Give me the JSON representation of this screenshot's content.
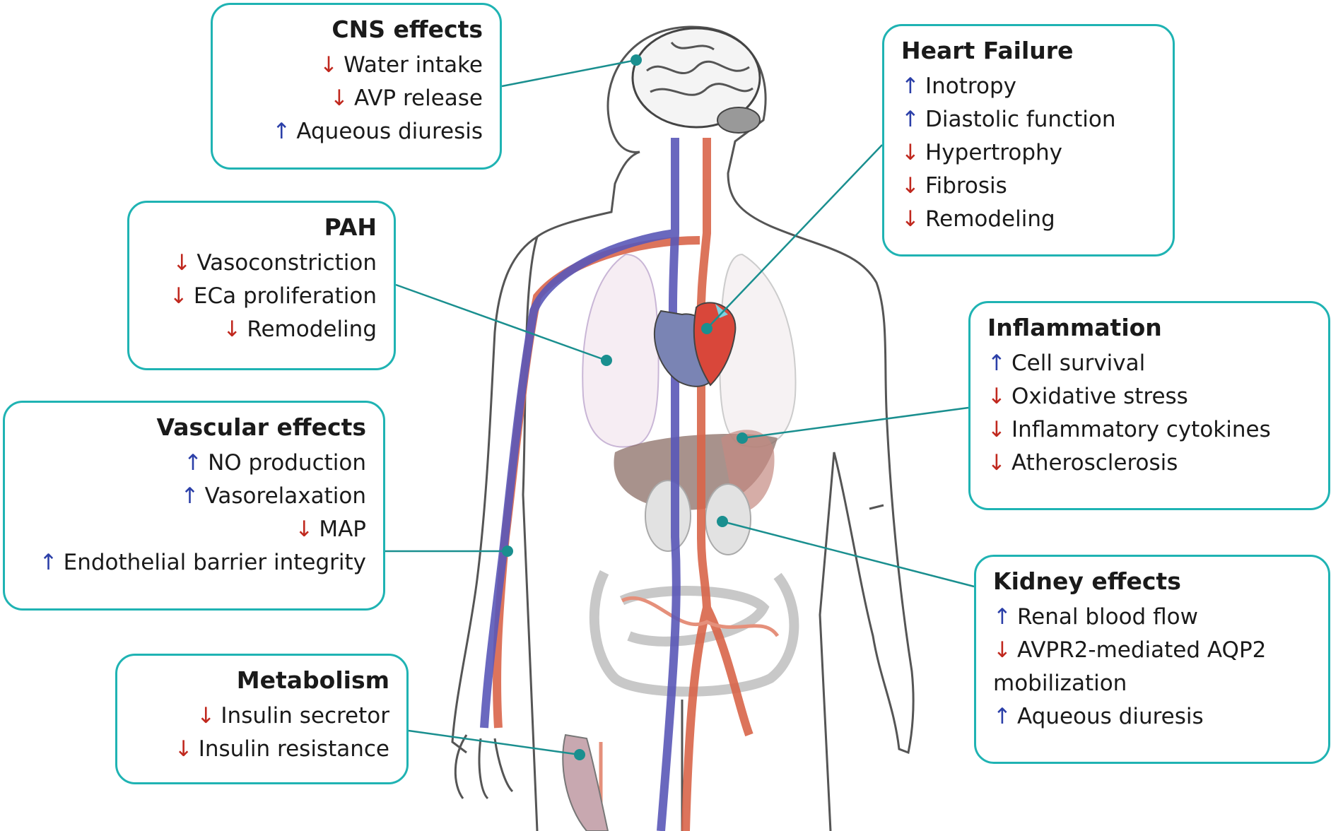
{
  "colors": {
    "box_border": "#1fb3b3",
    "connector": "#1a8f8f",
    "up_arrow": "#2b3fa8",
    "down_arrow": "#c0281e",
    "artery": "#d9654a",
    "vein": "#5a58b8"
  },
  "arrows": {
    "up": "↑",
    "down": "↓"
  },
  "boxes": {
    "cns": {
      "title": "CNS effects",
      "items": [
        {
          "dir": "down",
          "text": "Water intake"
        },
        {
          "dir": "down",
          "text": "AVP release"
        },
        {
          "dir": "up",
          "text": "Aqueous diuresis"
        }
      ]
    },
    "pah": {
      "title": "PAH",
      "items": [
        {
          "dir": "down",
          "text": "Vasoconstriction"
        },
        {
          "dir": "down",
          "text": "ECa proliferation"
        },
        {
          "dir": "down",
          "text": "Remodeling"
        }
      ]
    },
    "vascular": {
      "title": "Vascular effects",
      "items": [
        {
          "dir": "up",
          "text": "NO production"
        },
        {
          "dir": "up",
          "text": "Vasorelaxation"
        },
        {
          "dir": "down",
          "text": "MAP"
        },
        {
          "dir": "up",
          "text": "Endothelial barrier integrity"
        }
      ]
    },
    "metabolism": {
      "title": "Metabolism",
      "items": [
        {
          "dir": "down",
          "text": "Insulin secretor"
        },
        {
          "dir": "down",
          "text": "Insulin resistance"
        }
      ]
    },
    "heart": {
      "title": "Heart Failure",
      "items": [
        {
          "dir": "up",
          "text": "Inotropy"
        },
        {
          "dir": "up",
          "text": "Diastolic function"
        },
        {
          "dir": "down",
          "text": "Hypertrophy"
        },
        {
          "dir": "down",
          "text": "Fibrosis"
        },
        {
          "dir": "down",
          "text": "Remodeling"
        }
      ]
    },
    "inflammation": {
      "title": "Inflammation",
      "items": [
        {
          "dir": "up",
          "text": "Cell survival"
        },
        {
          "dir": "down",
          "text": "Oxidative stress"
        },
        {
          "dir": "down",
          "text": "Inflammatory cytokines"
        },
        {
          "dir": "down",
          "text": "Atherosclerosis"
        }
      ]
    },
    "kidney": {
      "title": "Kidney effects",
      "items": [
        {
          "dir": "up",
          "text": "Renal blood flow"
        },
        {
          "dir": "down",
          "text": "AVPR2-mediated AQP2"
        },
        {
          "dir": "none",
          "text": "mobilization"
        },
        {
          "dir": "up",
          "text": "Aqueous diuresis"
        }
      ]
    }
  }
}
